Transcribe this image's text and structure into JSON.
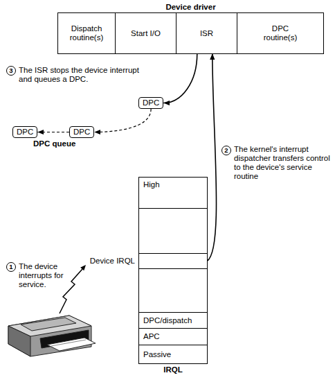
{
  "diagram": {
    "nodes": [
      {
        "text": [
          "Device driver"
        ]
      },
      {
        "text": [
          "Dispatch routine(s)"
        ],
        "in": 0
      },
      {
        "text": [
          "Start I/O"
        ],
        "in": 0
      },
      {
        "text": [
          "ISR"
        ],
        "in": 0
      },
      {
        "text": [
          "DPC routine(s)"
        ],
        "in": 0
      },
      {
        "text": [
          "DPC"
        ]
      },
      {
        "text": [
          "DPC"
        ]
      },
      {
        "text": [
          "DPC"
        ]
      },
      {
        "text": [
          "IRQL"
        ]
      },
      {
        "text": [
          "High"
        ],
        "in": 8
      },
      {
        "text": [
          "Device IRQL"
        ],
        "in": 8
      },
      {
        "text": [
          "DPC/dispatch"
        ],
        "in": 8
      },
      {
        "text": [
          "APC"
        ],
        "in": 8
      },
      {
        "text": [
          "Passive"
        ],
        "in": 8
      }
    ],
    "edges": [
      {
        "from": 3,
        "to": 5,
        "arrow": "to"
      },
      {
        "from": 5,
        "to": 6,
        "arrow": "to"
      },
      {
        "from": 6,
        "to": 7,
        "arrow": "to"
      },
      {
        "from": 10,
        "to": 3,
        "arrow": "to"
      }
    ],
    "labels": [
      "3",
      "The ISR stops the device interrupt and queues a DPC.",
      "DPC queue",
      "2",
      "The kernel's interrupt dispatcher transfers control to the device's service routine",
      "1",
      "The device interrupts for service."
    ]
  }
}
